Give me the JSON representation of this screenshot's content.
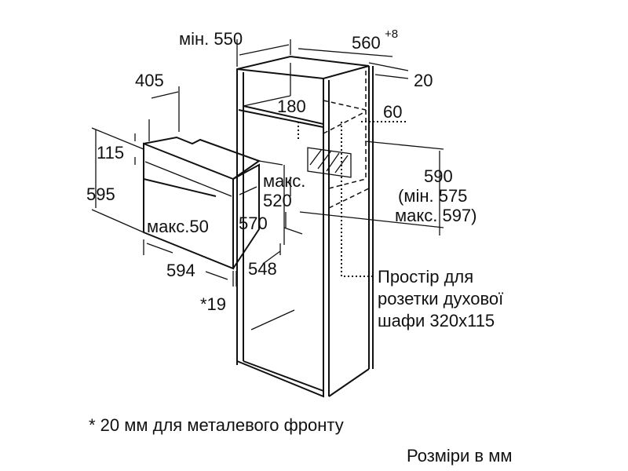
{
  "dimensions": {
    "min_550": "мін. 550",
    "d560": "560",
    "d560_sup": "+8",
    "d20": "20",
    "d405": "405",
    "d180": "180",
    "d60": "60",
    "d115": "115",
    "d595": "595",
    "max_label": "макс.",
    "d520": "520",
    "d590": "590",
    "d590_min": "(мін. 575",
    "d590_max": "макс. 597)",
    "max50": "макс.50",
    "d570": "570",
    "d594": "594",
    "d548": "548",
    "d19": "*19"
  },
  "socket_note": [
    "Простір для",
    "розетки духової",
    "шафи 320x115"
  ],
  "footnote": "* 20 мм для металевого фронту",
  "units_note": "Розміри в мм"
}
